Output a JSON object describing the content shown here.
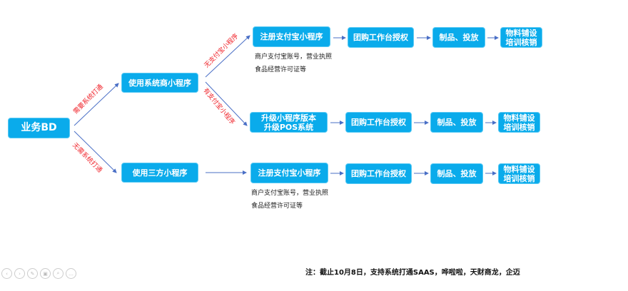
{
  "root": "业务BD",
  "branches": {
    "need": "需要系统打通",
    "noneed": "无需系统打通"
  },
  "level2": {
    "sys": "使用系统商小程序",
    "third": "使用三方小程序"
  },
  "sub": {
    "no_alipay": "无支付宝小程序",
    "has_alipay": "有支付宝小程序"
  },
  "rows": [
    {
      "start": "注册支付宝小程序",
      "auth": "团购工作台授权",
      "make": "制品、投放",
      "mat1": "物料铺设",
      "mat2": "培训核销",
      "note1": "商户支付宝账号，营业执照",
      "note2": "食品经营许可证等"
    },
    {
      "start1": "升级小程序版本",
      "start2": "升级POS系统",
      "auth": "团购工作台授权",
      "make": "制品、投放",
      "mat1": "物料铺设",
      "mat2": "培训核销"
    },
    {
      "start": "注册支付宝小程序",
      "auth": "团购工作台授权",
      "make": "制品、投放",
      "mat1": "物料铺设",
      "mat2": "培训核销",
      "note1": "商户支付宝账号，营业执照",
      "note2": "食品经营许可证等"
    }
  ],
  "footer": "注：截止10月8日，支持系统打通SAAS，哗啦啦，天财商龙，企迈",
  "nav": [
    "‹",
    "›",
    "✎",
    "▣",
    "⌕",
    "…"
  ]
}
